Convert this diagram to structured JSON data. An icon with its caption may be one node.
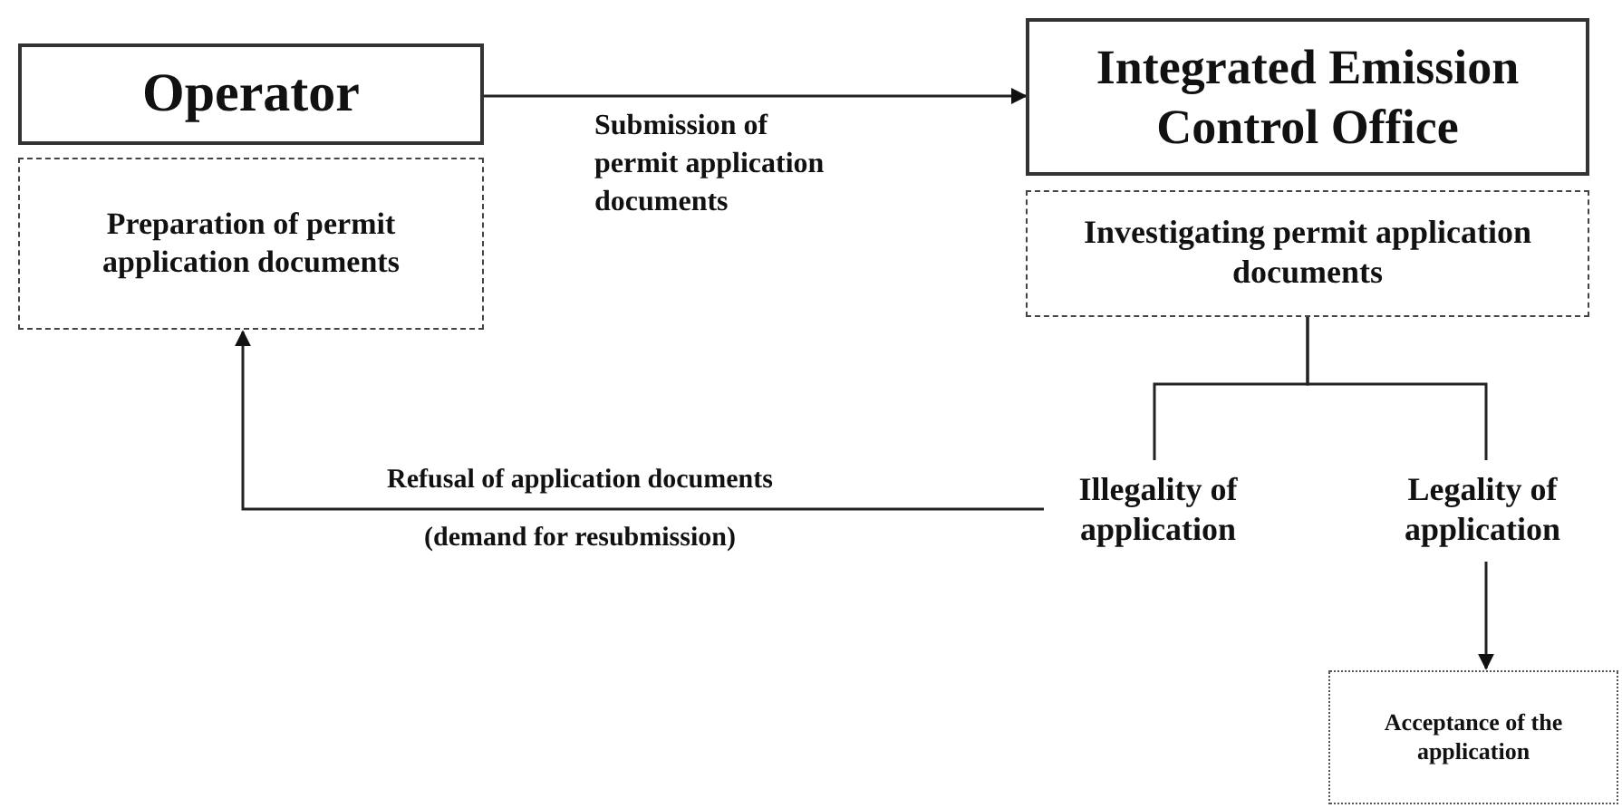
{
  "diagram": {
    "nodes": [
      {
        "text": [
          "Operator"
        ]
      },
      {
        "text": [
          "Preparation of permit application documents"
        ]
      },
      {
        "text": [
          "Integrated Emission Control Office"
        ]
      },
      {
        "text": [
          "Investigating permit application documents"
        ]
      },
      {
        "text": [
          "Illegality of application"
        ]
      },
      {
        "text": [
          "Legality of application"
        ]
      },
      {
        "text": [
          "Acceptance of the application"
        ]
      }
    ],
    "edges": [
      {
        "from": 0,
        "to": 2,
        "arrow": "to",
        "label": "Submission of permit application documents"
      },
      {
        "from": 3,
        "to": 4,
        "arrow": "none"
      },
      {
        "from": 3,
        "to": 5,
        "arrow": "none"
      },
      {
        "from": 4,
        "to": 1,
        "arrow": "to",
        "label": "Refusal of application documents"
      },
      {
        "from": 5,
        "to": 6,
        "arrow": "to"
      }
    ],
    "labels": [
      "(demand for resubmission)"
    ]
  }
}
